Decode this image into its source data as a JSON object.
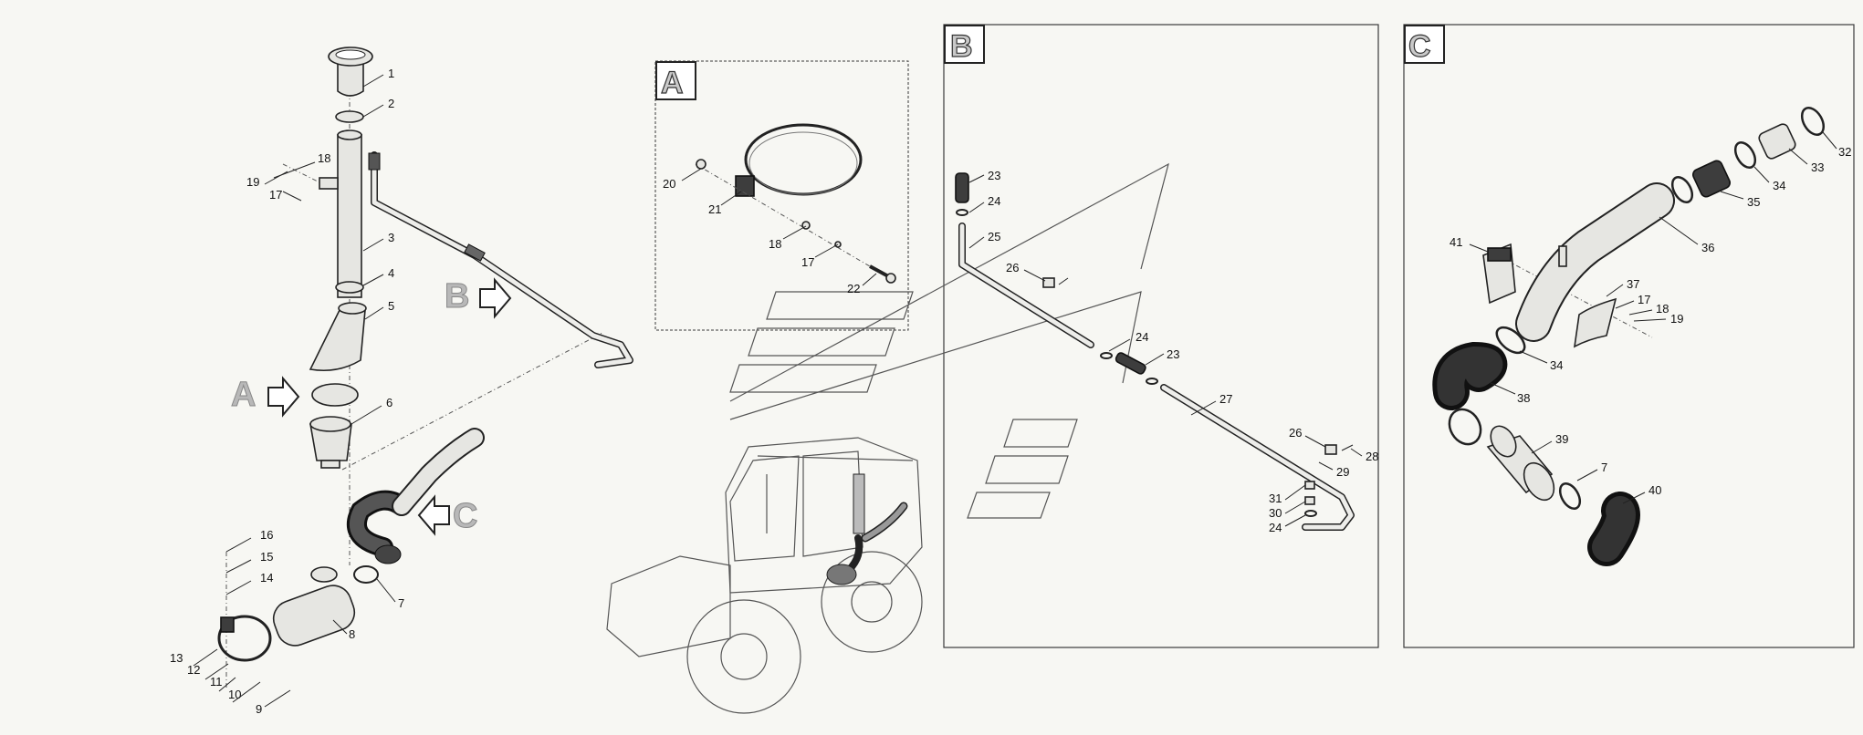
{
  "panels": [
    {
      "id": "A",
      "label": "A"
    },
    {
      "id": "B",
      "label": "B"
    },
    {
      "id": "C",
      "label": "C"
    }
  ],
  "callouts_main": [
    "1",
    "2",
    "3",
    "4",
    "5",
    "6",
    "7",
    "8",
    "9",
    "10",
    "11",
    "12",
    "13",
    "14",
    "15",
    "16",
    "17",
    "18",
    "19"
  ],
  "callouts_a": [
    "17",
    "18",
    "20",
    "21",
    "22"
  ],
  "callouts_b": [
    "23",
    "24",
    "25",
    "26",
    "24",
    "23",
    "27",
    "26",
    "28",
    "29",
    "31",
    "30",
    "24"
  ],
  "callouts_c": [
    "32",
    "33",
    "34",
    "35",
    "36",
    "41",
    "37",
    "17",
    "18",
    "19",
    "34",
    "38",
    "39",
    "7",
    "40"
  ],
  "view_markers": [
    "A",
    "B",
    "C"
  ]
}
